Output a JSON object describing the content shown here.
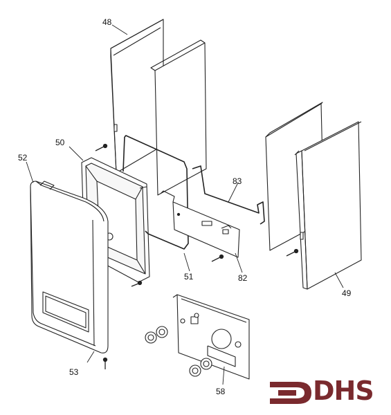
{
  "parts": {
    "p48": "48",
    "p50": "50",
    "p52": "52",
    "p83": "83",
    "p51": "51",
    "p82": "82",
    "p49": "49",
    "p53": "53",
    "p58": "58"
  },
  "logo": {
    "text": "DHS",
    "color": "#7a2a2e"
  },
  "colors": {
    "line": "#222222",
    "fill": "#ffffff",
    "shade": "#f2f2f2"
  }
}
